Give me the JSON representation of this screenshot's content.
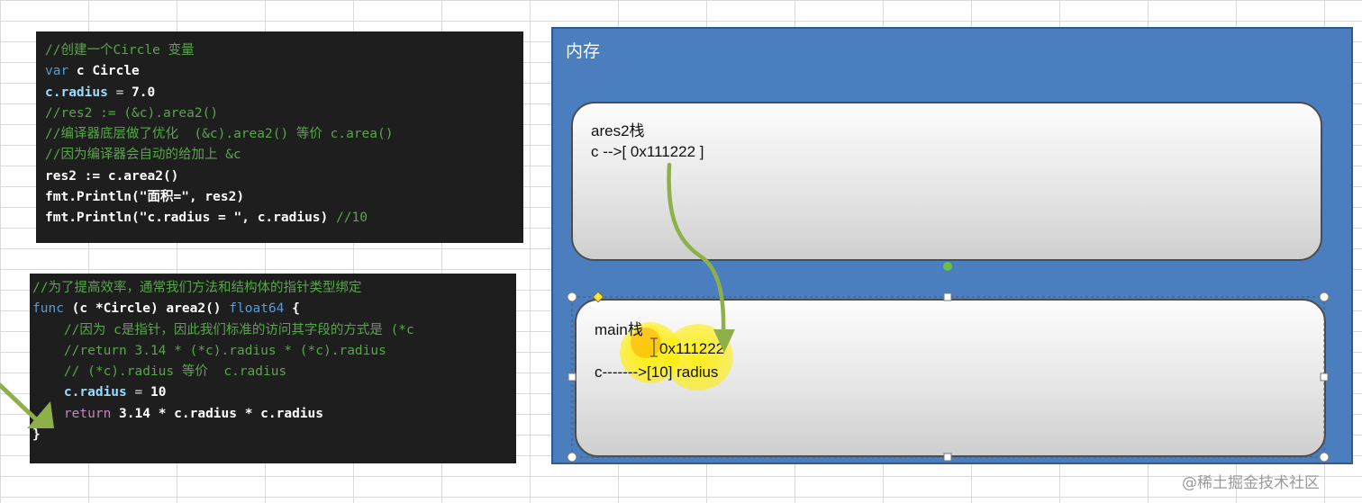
{
  "code_top": {
    "lines": [
      [
        {
          "t": "//创建一个Circle 变量",
          "c": "comment"
        }
      ],
      [
        {
          "t": "var",
          "c": "keyword"
        },
        {
          "t": " c ",
          "c": "bold"
        },
        {
          "t": "Circle",
          "c": "bold"
        }
      ],
      [
        {
          "t": "c.radius",
          "c": "var"
        },
        {
          "t": " = ",
          "c": "plain"
        },
        {
          "t": "7.0",
          "c": "bold"
        }
      ],
      [
        {
          "t": "//res2 := (&c).area2()",
          "c": "comment"
        }
      ],
      [
        {
          "t": "//编译器底层做了优化  (&c).area2() 等价 c.area()",
          "c": "comment"
        }
      ],
      [
        {
          "t": "//因为编译器会自动的给加上 &c",
          "c": "comment"
        }
      ],
      [
        {
          "t": "res2 := c.area2()",
          "c": "bold"
        }
      ],
      [
        {
          "t": "fmt.Println(\"面积=\", res2)",
          "c": "bold"
        }
      ],
      [
        {
          "t": "fmt.Println(\"c.radius = \", c.radius) ",
          "c": "bold"
        },
        {
          "t": "//10",
          "c": "comment"
        }
      ]
    ]
  },
  "code_bottom": {
    "lines": [
      [
        {
          "t": "//为了提高效率，通常我们方法和结构体的指针类型绑定",
          "c": "comment"
        }
      ],
      [
        {
          "t": "func",
          "c": "keyword"
        },
        {
          "t": " (c *",
          "c": "bold"
        },
        {
          "t": "Circle",
          "c": "bold"
        },
        {
          "t": ") area2() ",
          "c": "bold"
        },
        {
          "t": "float64",
          "c": "keyword"
        },
        {
          "t": " {",
          "c": "bold"
        }
      ],
      [
        {
          "t": "    //因为 c是指针，因此我们标准的访问其字段的方式是 (*c",
          "c": "comment"
        }
      ],
      [
        {
          "t": "    //return 3.14 * (*c).radius * (*c).radius",
          "c": "comment"
        }
      ],
      [
        {
          "t": "    // (*c).radius 等价  c.radius",
          "c": "comment"
        }
      ],
      [
        {
          "t": "    c.radius",
          "c": "var"
        },
        {
          "t": " = ",
          "c": "plain"
        },
        {
          "t": "10",
          "c": "bold"
        }
      ],
      [
        {
          "t": "    return",
          "c": "ret"
        },
        {
          "t": " 3.14 * c.radius * c.radius",
          "c": "bold"
        }
      ],
      [
        {
          "t": "}",
          "c": "bold"
        }
      ]
    ]
  },
  "memory": {
    "title": "内存",
    "ares_stack": {
      "title": "ares2栈",
      "line": "c -->[ 0x111222 ]"
    },
    "main_stack": {
      "title": "main栈",
      "pointer_value": "0x111222",
      "line": "c------->[10] radius"
    }
  },
  "watermark": "@稀土掘金技术社区",
  "colors": {
    "panel_bg": "#4a7ebf",
    "code_bg": "#1e1e1e",
    "arrow": "#8db04a",
    "highlight": "#ffee00"
  }
}
